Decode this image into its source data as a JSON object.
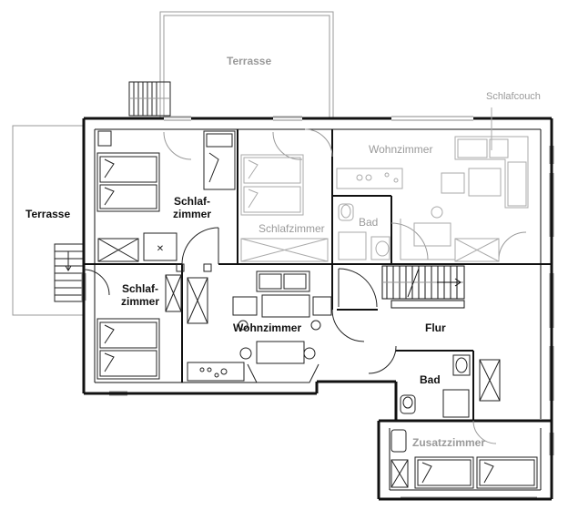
{
  "plan": {
    "colors": {
      "wall": "#111111",
      "fixture_dark": "#222222",
      "fixture_light": "#aaaaaa",
      "label_dark": "#111111",
      "label_light": "#9a9a9a"
    },
    "labels": {
      "terrasse_top": "Terrasse",
      "terrasse_left": "Terrasse",
      "schlafcouch": "Schlafcouch",
      "wohnzimmer_top": "Wohnzimmer",
      "schlafzimmer_top_line1": "Schlaf-",
      "schlafzimmer_top_line2": "zimmer",
      "schlafzimmer_center": "Schlafzimmer",
      "bad_top": "Bad",
      "schlafzimmer_left_line1": "Schlaf-",
      "schlafzimmer_left_line2": "zimmer",
      "wohnzimmer_bottom": "Wohnzimmer",
      "flur": "Flur",
      "bad_bottom": "Bad",
      "zusatzzimmer": "Zusatzzimmer"
    }
  }
}
